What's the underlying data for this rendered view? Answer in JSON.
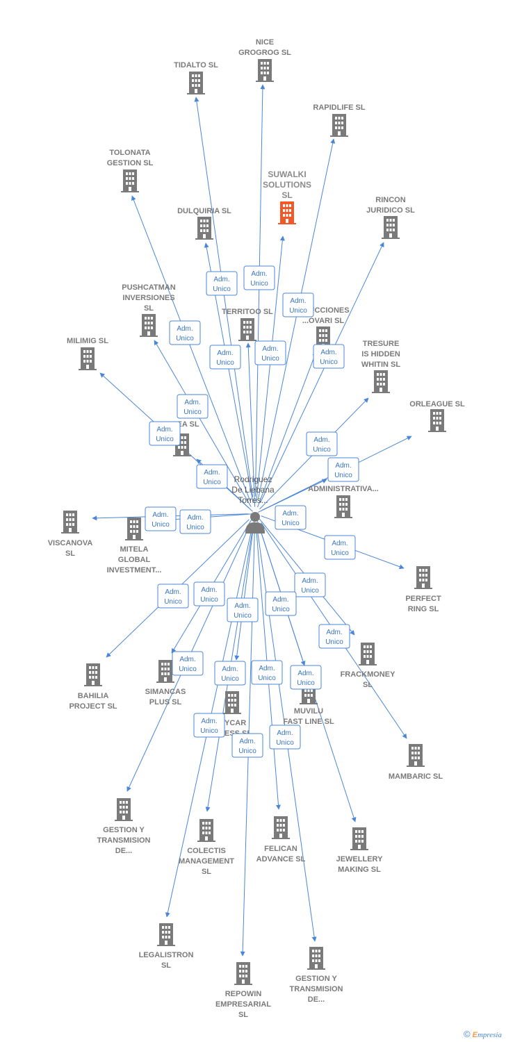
{
  "colors": {
    "edge": "#4a86d8",
    "building": "#7a7a7a",
    "focus_building": "#f05a2a",
    "person": "#7a7a7a"
  },
  "center": {
    "label": [
      "Rodriguez",
      "De Liebana",
      "Torres..."
    ],
    "icon": "person-icon"
  },
  "relation_label": [
    "Adm.",
    "Unico"
  ],
  "companies": [
    {
      "id": "tidalto",
      "label": [
        "TIDALTO SL"
      ]
    },
    {
      "id": "nice",
      "label": [
        "NICE",
        "GROGROG SL"
      ]
    },
    {
      "id": "rapidlife",
      "label": [
        "RAPIDLIFE SL"
      ]
    },
    {
      "id": "tolonata",
      "label": [
        "TOLONATA",
        "GESTION SL"
      ]
    },
    {
      "id": "suwalki",
      "label": [
        "SUWALKI",
        "SOLUTIONS",
        "SL"
      ],
      "focus": true
    },
    {
      "id": "rincon",
      "label": [
        "RINCON",
        "JURIDICO SL"
      ]
    },
    {
      "id": "dulquiria",
      "label": [
        "DULQUIRIA SL"
      ]
    },
    {
      "id": "pushcatman",
      "label": [
        "PUSHCATMAN",
        "INVERSIONES",
        "SL"
      ]
    },
    {
      "id": "territoo",
      "label": [
        "TERRITOO SL"
      ]
    },
    {
      "id": "construcciones",
      "label": [
        "...RUCCIONES",
        "...OVARI SL"
      ]
    },
    {
      "id": "milimig",
      "label": [
        "MILIMIG SL"
      ]
    },
    {
      "id": "tresure",
      "label": [
        "TRESURE",
        "IS HIDDEN",
        "WHITIN SL"
      ]
    },
    {
      "id": "orleague",
      "label": [
        "ORLEAGUE SL"
      ]
    },
    {
      "id": "nea",
      "label": [
        "...NEA SL"
      ]
    },
    {
      "id": "gestora",
      "label": [
        "G... A",
        "ADMINISTRATIVA..."
      ]
    },
    {
      "id": "viscanova",
      "label": [
        "VISCANOVA",
        "SL"
      ]
    },
    {
      "id": "mitela",
      "label": [
        "MITELA",
        "GLOBAL",
        "INVESTMENT..."
      ]
    },
    {
      "id": "perfect",
      "label": [
        "PERFECT",
        "RING SL"
      ]
    },
    {
      "id": "frackmoney",
      "label": [
        "FRACKMONEY",
        "SL"
      ]
    },
    {
      "id": "bahilia",
      "label": [
        "BAHILIA",
        "PROJECT SL"
      ]
    },
    {
      "id": "simancas",
      "label": [
        "SIMANCAS",
        "PLUS SL"
      ]
    },
    {
      "id": "muvilu",
      "label": [
        "MUVILU",
        "FAST LINE SL"
      ]
    },
    {
      "id": "ycar",
      "label": [
        "...YCAR",
        "...NESS SL"
      ]
    },
    {
      "id": "mambaric",
      "label": [
        "MAMBARIC SL"
      ]
    },
    {
      "id": "gestion1",
      "label": [
        "GESTION Y",
        "TRANSMISION",
        "DE..."
      ]
    },
    {
      "id": "colectis",
      "label": [
        "COLECTIS",
        "MANAGEMENT",
        "SL"
      ]
    },
    {
      "id": "felican",
      "label": [
        "FELICAN",
        "ADVANCE SL"
      ]
    },
    {
      "id": "jewellery",
      "label": [
        "JEWELLERY",
        "MAKING SL"
      ]
    },
    {
      "id": "legalistron",
      "label": [
        "LEGALISTRON",
        "SL"
      ]
    },
    {
      "id": "repowin",
      "label": [
        "REPOWIN",
        "EMPRESARIAL",
        "SL"
      ]
    },
    {
      "id": "gestion2",
      "label": [
        "GESTION Y",
        "TRANSMISION",
        "DE..."
      ]
    }
  ],
  "footer": {
    "copyright": "©",
    "brand_initial": "E",
    "brand_rest": "mpresia"
  }
}
